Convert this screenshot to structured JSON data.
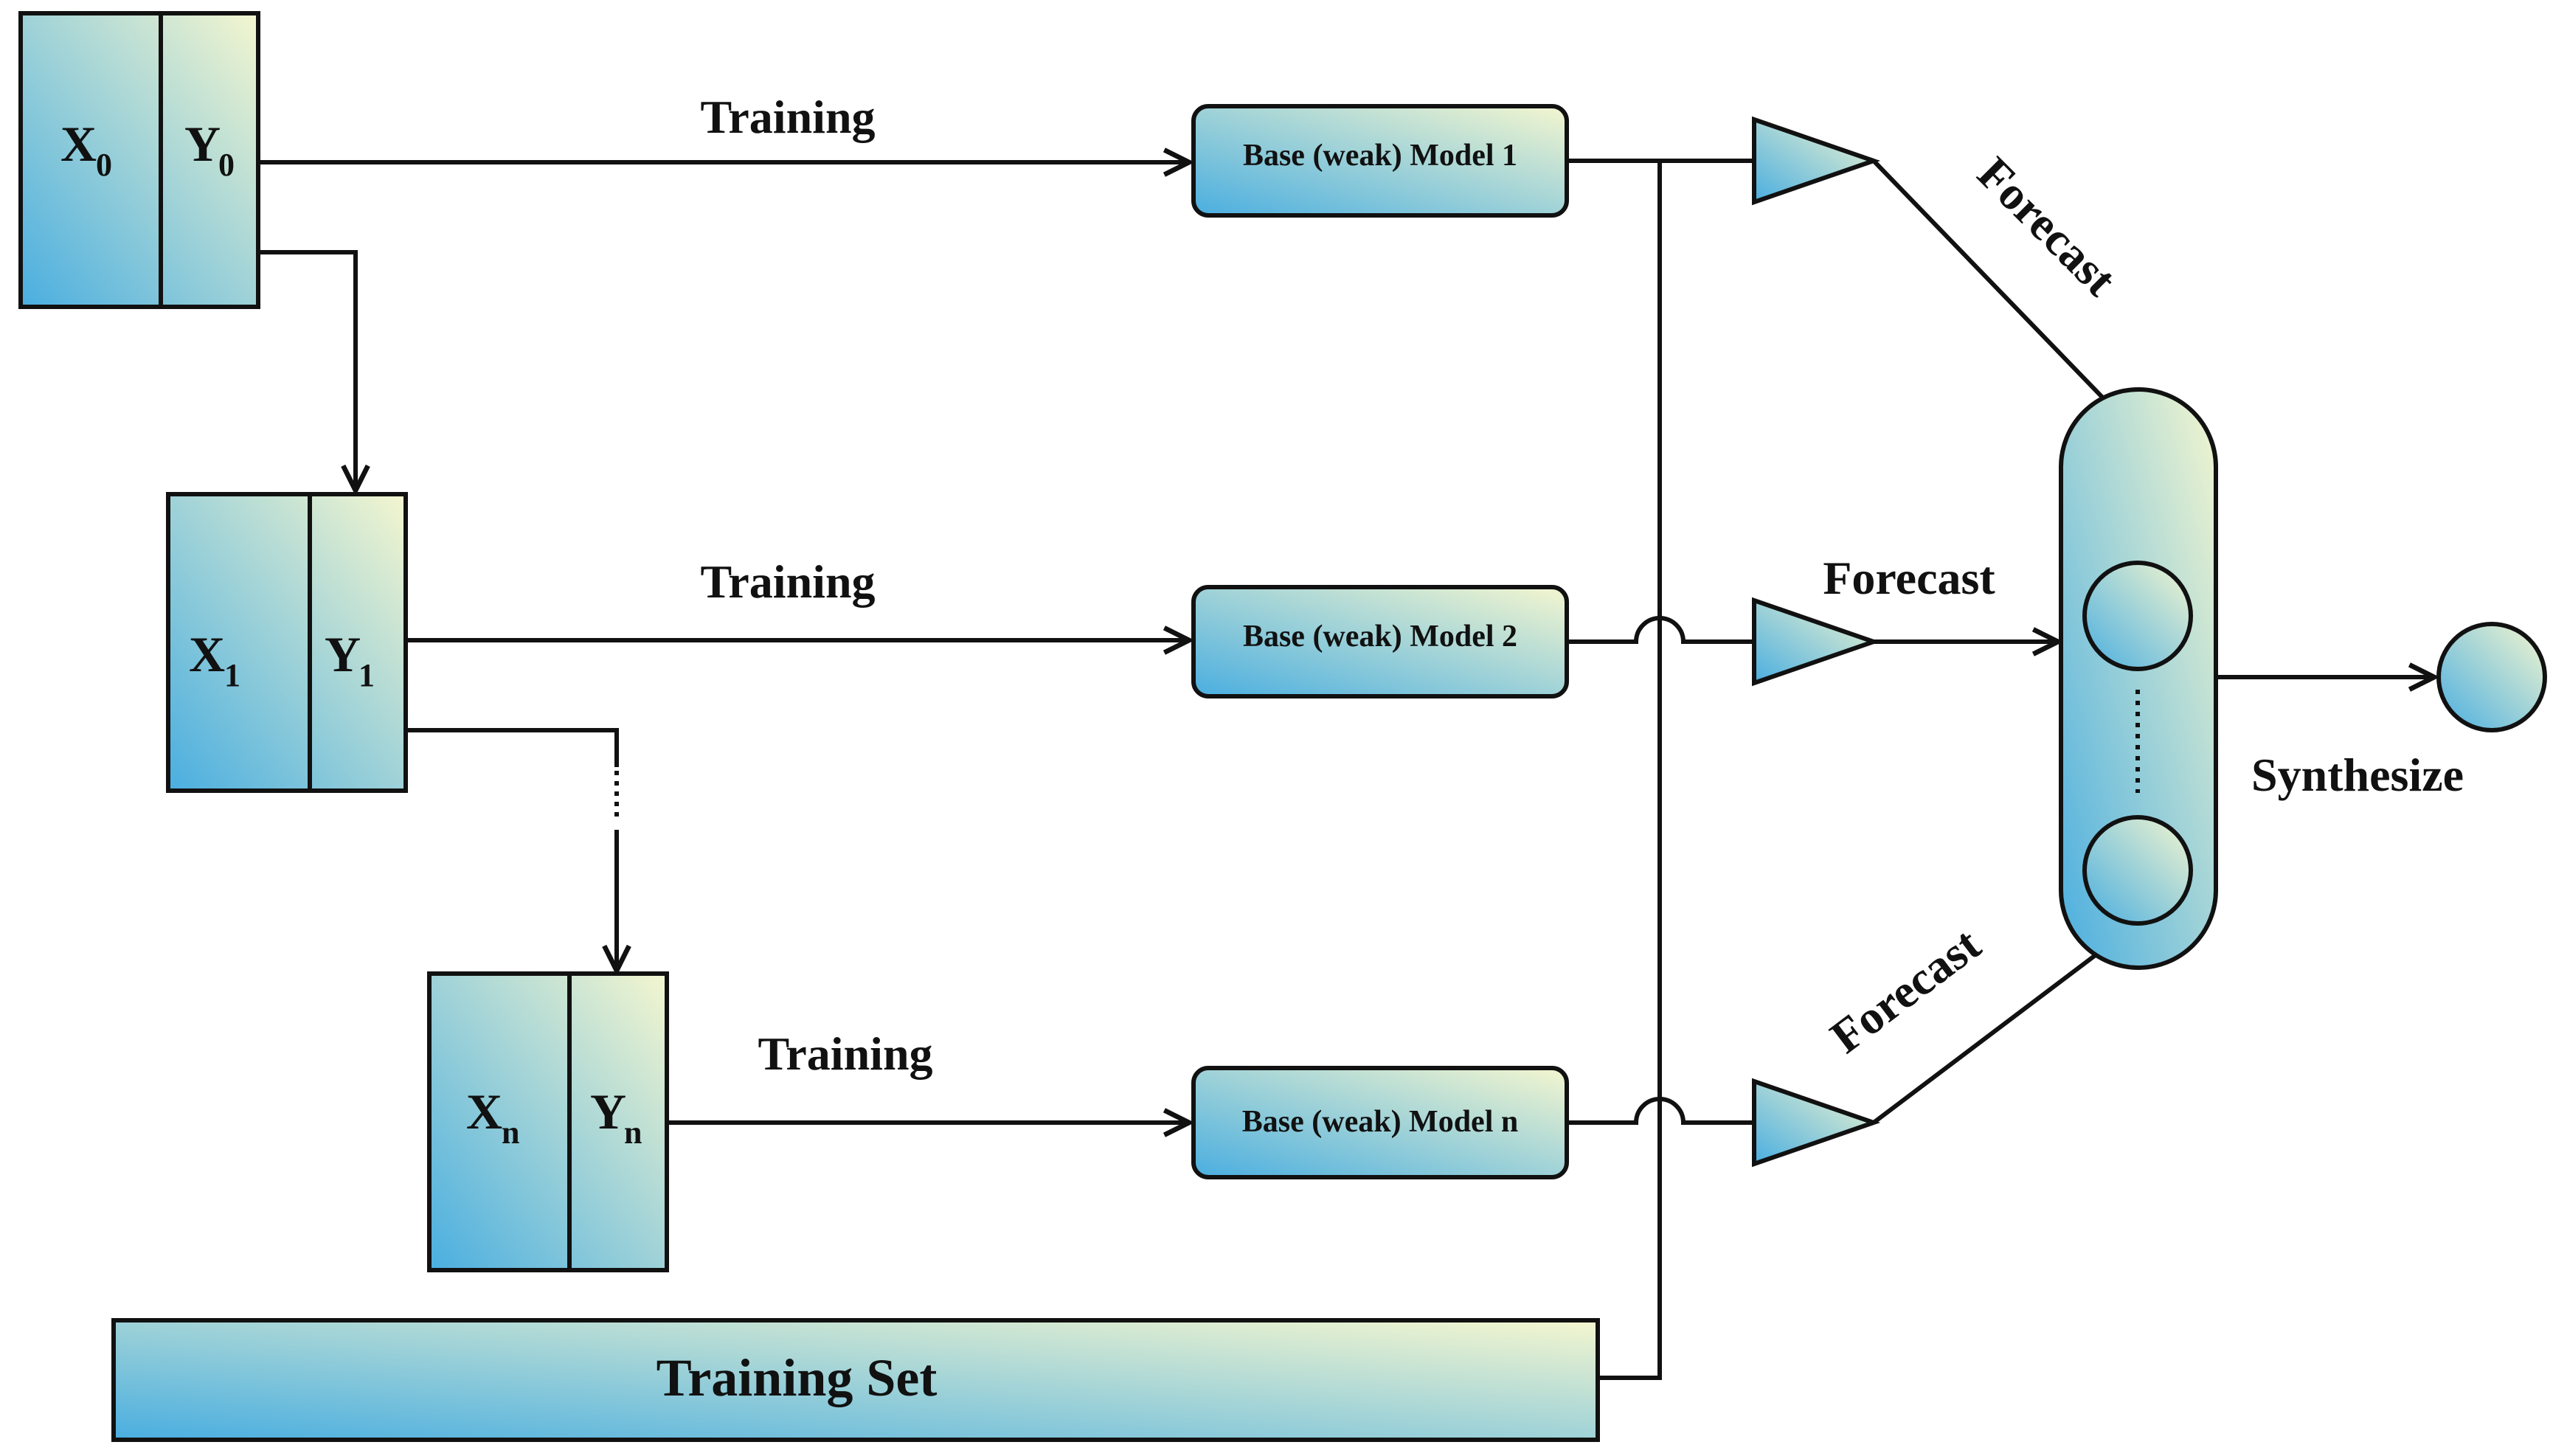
{
  "data_blocks": [
    {
      "x": "X",
      "x_sub": "0",
      "y": "Y",
      "y_sub": "0"
    },
    {
      "x": "X",
      "x_sub": "1",
      "y": "Y",
      "y_sub": "1"
    },
    {
      "x": "X",
      "x_sub": "n",
      "y": "Y",
      "y_sub": "n"
    }
  ],
  "training_labels": [
    "Training",
    "Training",
    "Training"
  ],
  "models": [
    "Base (weak) Model 1",
    "Base (weak) Model 2",
    "Base (weak) Model n"
  ],
  "forecast_labels": [
    "Forecast",
    "Forecast",
    "Forecast"
  ],
  "training_set_label": "Training Set",
  "synthesize_label": "Synthesize",
  "colors": {
    "gradient_start": "#4aaee0",
    "gradient_end": "#f4f6cf",
    "stroke": "#111111"
  }
}
